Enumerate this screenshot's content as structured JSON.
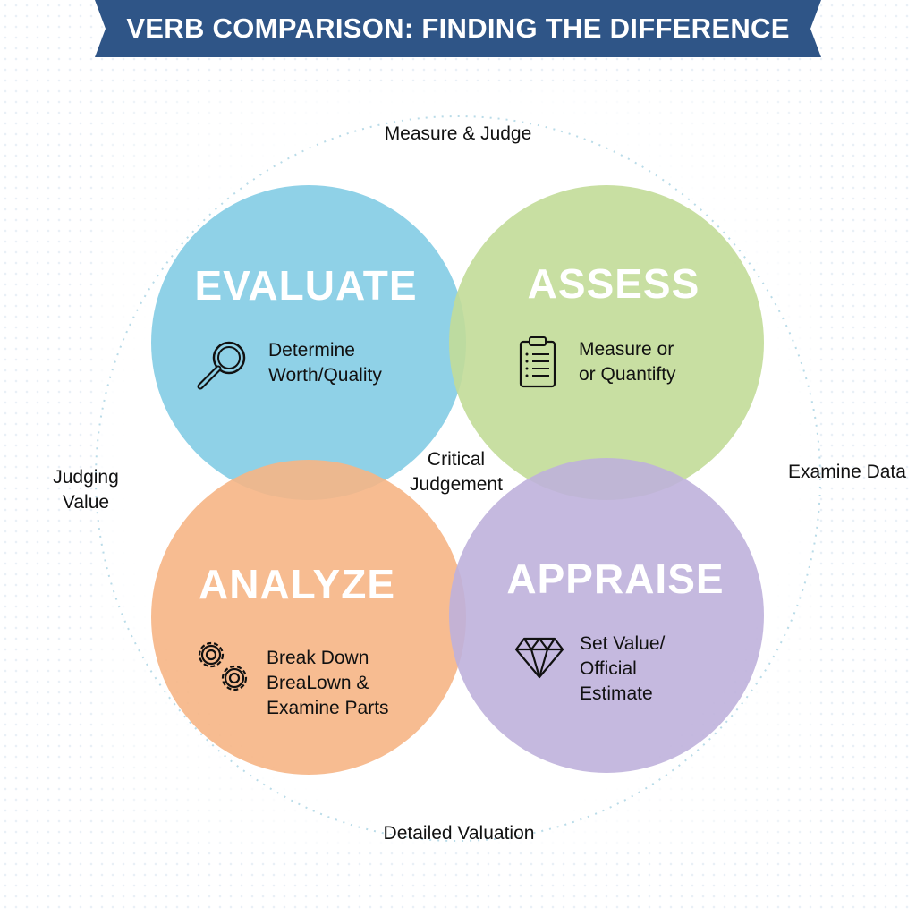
{
  "title": "VERB COMPARISON: FINDING THE DIFFERENCE",
  "colors": {
    "banner": "#2f5587",
    "evaluate": "#86cde5",
    "assess": "#c2dc98",
    "analyze": "#f6b585",
    "appraise": "#bfb1db"
  },
  "circles": [
    {
      "name": "EVALUATE",
      "lines": [
        "Determine",
        "Worth/Quality"
      ],
      "icon": "magnifier-icon"
    },
    {
      "name": "ASSESS",
      "lines": [
        "Measure or",
        "or Quantifty"
      ],
      "icon": "clipboard-icon"
    },
    {
      "name": "ANALYZE",
      "lines": [
        "Break Down",
        "BreaLown &",
        "Examine Parts"
      ],
      "icon": "gears-icon"
    },
    {
      "name": "APPRAISE",
      "lines": [
        "Set Value/",
        "Official",
        "Estimate"
      ],
      "icon": "diamond-icon"
    }
  ],
  "center_label": [
    "Critical",
    "Judgement"
  ],
  "outer_labels": {
    "top": "Measure & Judge",
    "left": [
      "Judging",
      "Value"
    ],
    "right": "Examine Data",
    "bottom": "Detailed Valuation"
  }
}
